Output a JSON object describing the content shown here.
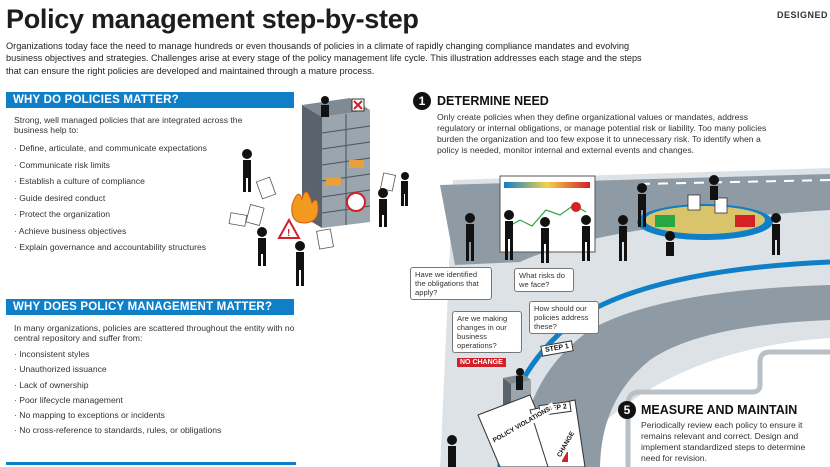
{
  "header": {
    "title": "Policy management step-by-step",
    "brand": "DESIGNED",
    "intro": "Organizations today face the need to manage hundreds or even thousands of policies in a climate of rapidly changing compliance mandates and evolving business objectives and strategies. Challenges arise at every stage of the policy management life cycle.  This illustration addresses each stage and the steps that can ensure the right policies are developed and maintained through a mature process."
  },
  "why_policies": {
    "heading": "WHY DO POLICIES MATTER?",
    "lead": "Strong, well managed policies that are integrated across the business help to:",
    "items": [
      "Define, articulate, and communicate expectations",
      "Communicate risk limits",
      "Establish a culture of compliance",
      "Guide desired conduct",
      "Protect the organization",
      "Achieve business objectives",
      "Explain governance and accountability structures"
    ]
  },
  "why_management": {
    "heading": "WHY DOES POLICY MANAGEMENT MATTER?",
    "lead": "In many organizations, policies are scattered throughout the entity with no central repository and suffer from:",
    "items": [
      "Inconsistent styles",
      "Unauthorized issuance",
      "Lack of ownership",
      "Poor lifecycle management",
      "No mapping to exceptions or incidents",
      "No cross-reference to standards, rules, or obligations"
    ]
  },
  "step1": {
    "number": "1",
    "heading": "DETERMINE NEED",
    "text": "Only create policies when they define organizational values or mandates, address regulatory or internal obligations, or manage potential risk or liability. Too many policies burden the organization and too few expose it to unnecessary risk. To identify when a policy is needed, monitor internal and external events and changes."
  },
  "step5": {
    "number": "5",
    "heading": "MEASURE AND MAINTAIN",
    "text": "Periodically review each policy to ensure it remains relevant and correct. Design and implement standardized steps to determine need for revision."
  },
  "scene": {
    "questions": [
      "Have we identified the obligations that apply?",
      "What risks do we face?",
      "Are we making changes in our business operations?",
      "How should our policies address these?"
    ],
    "no_change": "NO CHANGE",
    "step1_label": "STEP 1",
    "step2_label": "STEP 2",
    "violations_label": "POLICY VIOLATIONS:",
    "change_label": "CHANGE"
  },
  "colors": {
    "accent_blue": "#0f7fc8",
    "road_gray": "#8e9aa4",
    "alert_red": "#d42027"
  }
}
